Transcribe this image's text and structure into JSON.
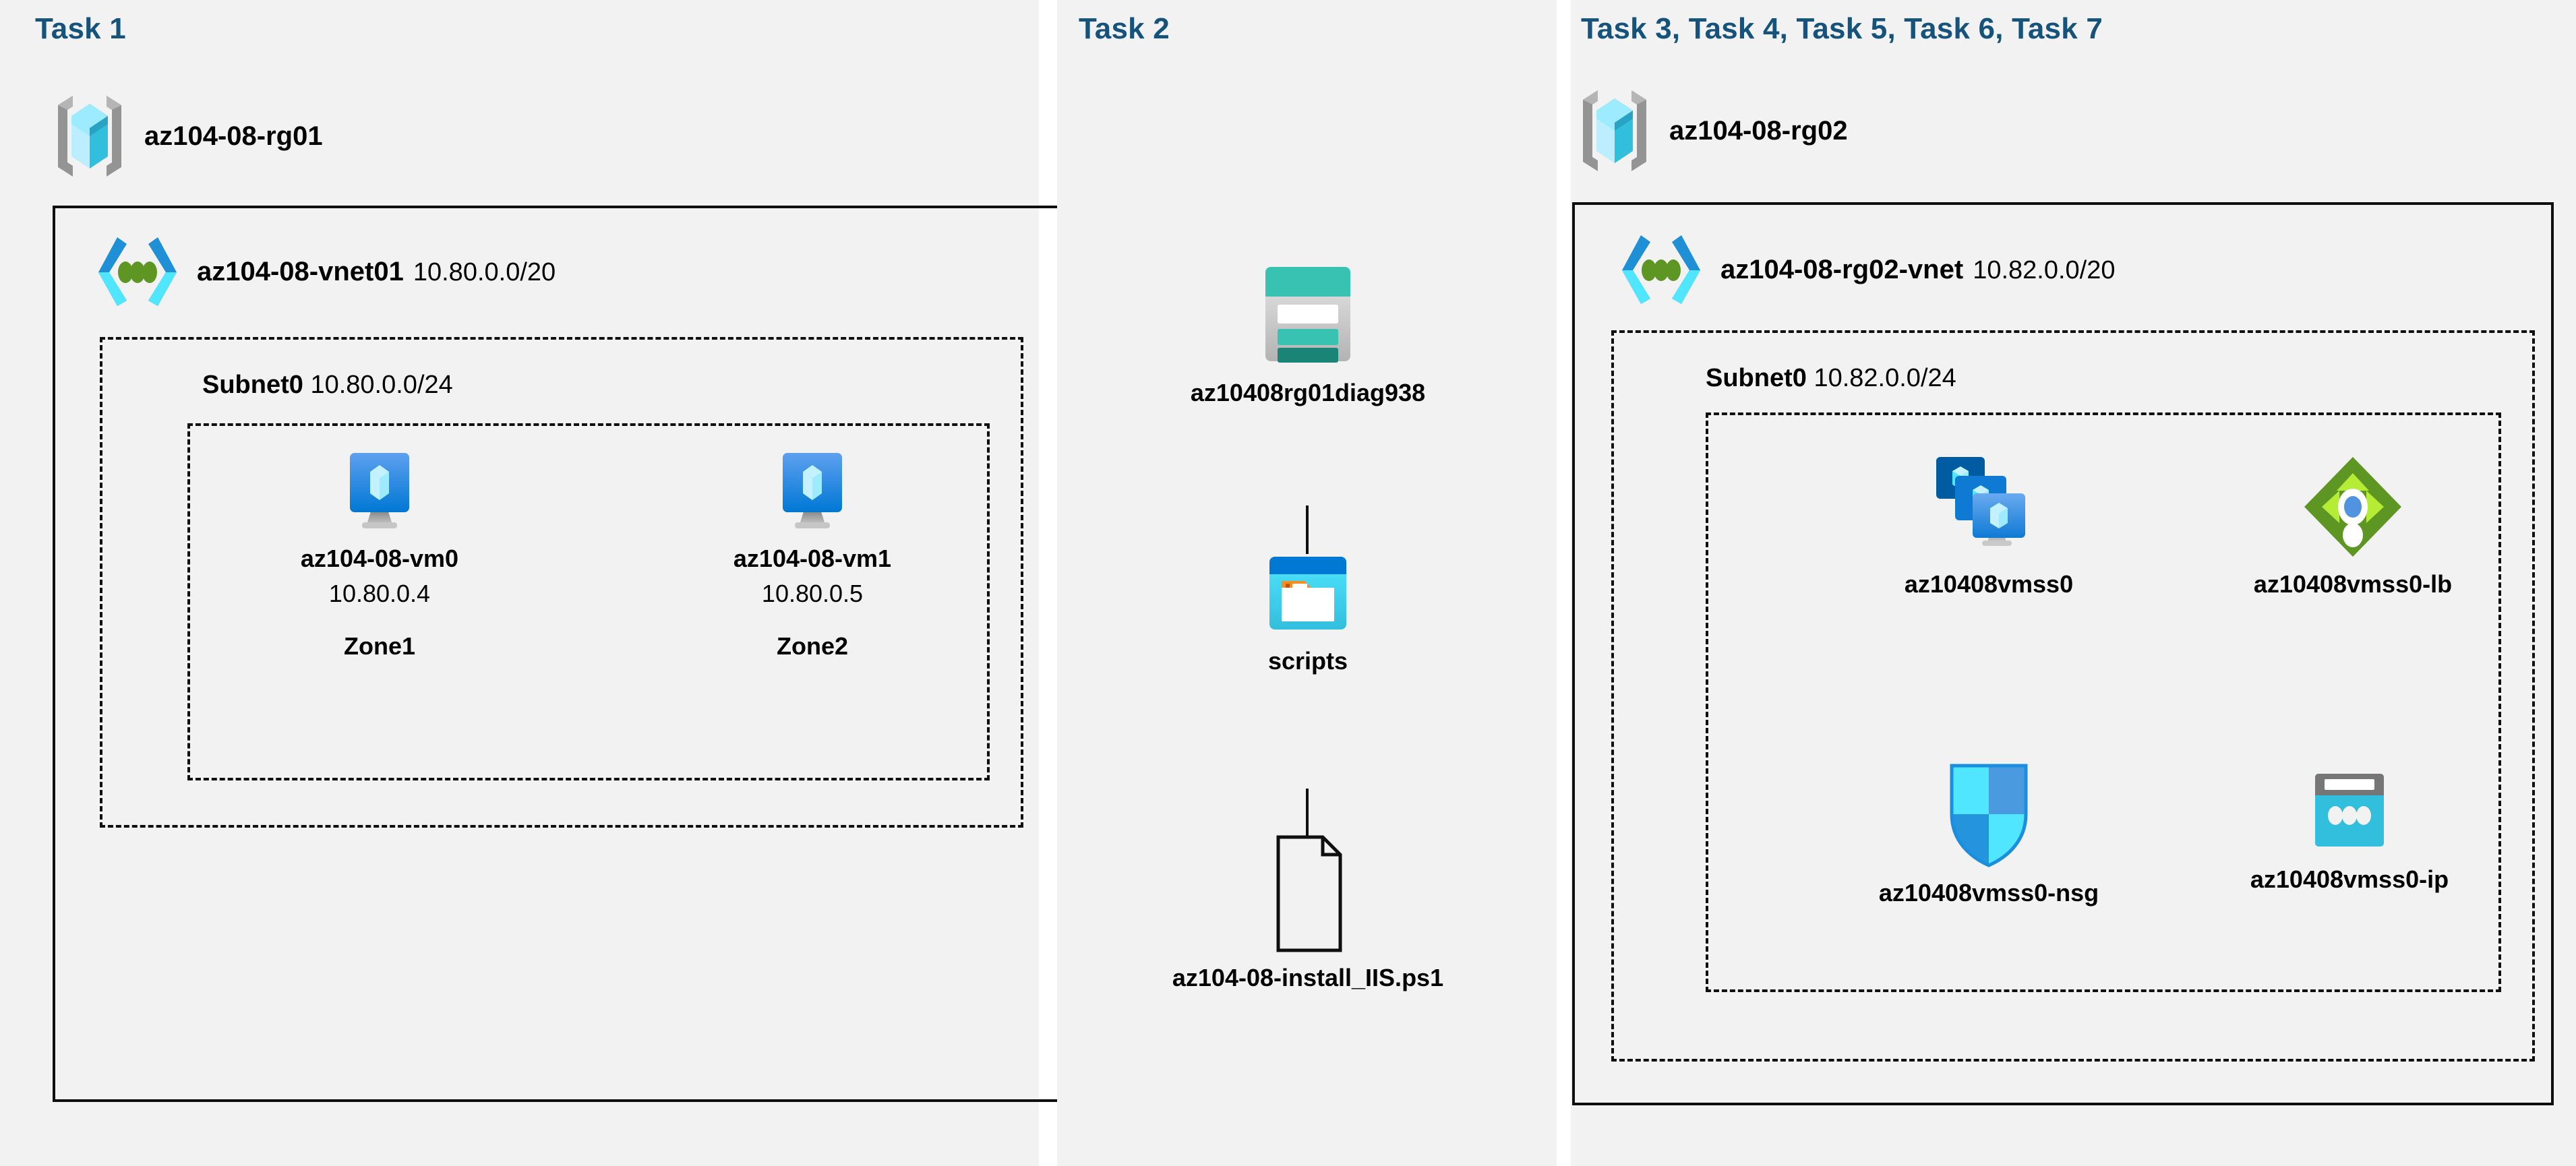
{
  "panels": [
    {
      "id": "task1",
      "heading": "Task 1"
    },
    {
      "id": "task2",
      "heading": "Task 2"
    },
    {
      "id": "task3",
      "heading": "Task 3, Task 4, Task 5, Task 6, Task 7"
    }
  ],
  "colors": {
    "panel_background": "#f2f2f2",
    "page_background": "#ffffff",
    "heading": "#15537c",
    "border": "#0f0f0f",
    "azure_blue": "#0078d4",
    "cyan": "#32bedd",
    "light_cyan": "#9cebff",
    "teal": "#37c2b1",
    "dark_teal": "#1a8476",
    "green": "#6aa500",
    "light_green": "#b4ec36",
    "grey": "#949494",
    "orange": "#f78d1e"
  },
  "task1": {
    "heading": "Task 1",
    "resource_group": {
      "name": "az104-08-rg01",
      "icon": "resource-group-icon"
    },
    "vnet": {
      "name": "az104-08-vnet01",
      "cidr": "10.80.0.0/20",
      "icon": "virtual-network-icon"
    },
    "subnet": {
      "name": "Subnet0",
      "cidr": "10.80.0.0/24"
    },
    "vms": [
      {
        "name": "az104-08-vm0",
        "ip": "10.80.0.4",
        "zone": "Zone1",
        "icon": "virtual-machine-icon"
      },
      {
        "name": "az104-08-vm1",
        "ip": "10.80.0.5",
        "zone": "Zone2",
        "icon": "virtual-machine-icon"
      }
    ]
  },
  "task2": {
    "heading": "Task 2",
    "nodes": [
      {
        "name": "az10408rg01diag938",
        "icon": "storage-account-icon"
      },
      {
        "name": "scripts",
        "icon": "blob-container-icon"
      },
      {
        "name": "az104-08-install_IIS.ps1",
        "icon": "script-file-icon"
      }
    ]
  },
  "task3": {
    "heading": "Task 3, Task 4, Task 5, Task 6, Task 7",
    "resource_group": {
      "name": "az104-08-rg02",
      "icon": "resource-group-icon"
    },
    "vnet": {
      "name": "az104-08-rg02-vnet",
      "cidr": "10.82.0.0/20",
      "icon": "virtual-network-icon"
    },
    "subnet": {
      "name": "Subnet0",
      "cidr": "10.82.0.0/24"
    },
    "nodes": [
      {
        "name": "az10408vmss0",
        "icon": "vm-scale-set-icon"
      },
      {
        "name": "az10408vmss0-lb",
        "icon": "load-balancer-icon"
      },
      {
        "name": "az10408vmss0-nsg",
        "icon": "network-security-group-icon"
      },
      {
        "name": "az10408vmss0-ip",
        "icon": "public-ip-address-icon"
      }
    ]
  }
}
